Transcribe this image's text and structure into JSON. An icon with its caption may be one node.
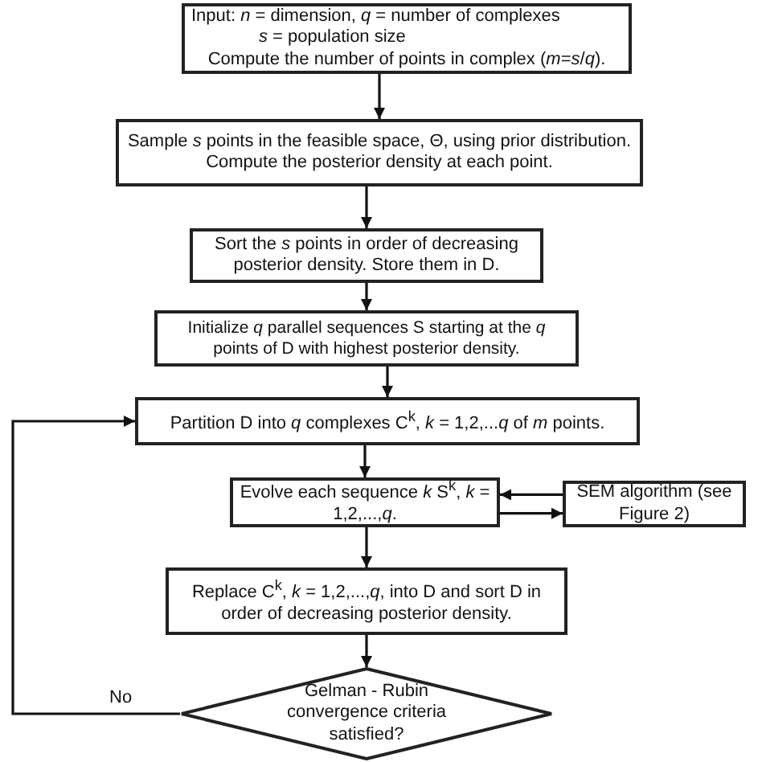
{
  "diagram": {
    "nodes": [
      {
        "text": [
          "Input: *n* = dimension, *q* = number of complexes",
          "*s* = population size",
          "Compute the number of points in complex (*m*=*s*/*q*)."
        ]
      },
      {
        "text": [
          "Sample *s* points in the feasible space, Θ, using prior distribution. Compute the posterior density at each point."
        ]
      },
      {
        "text": [
          "Sort the *s* points in order of decreasing posterior density. Store them in D."
        ]
      },
      {
        "text": [
          "Initialize *q* parallel sequences S starting at the *q* points of D with highest posterior density."
        ]
      },
      {
        "text": [
          "Partition D into *q* complexes C$^{k}$, *k* = 1,2,...*q* of *m* points."
        ]
      },
      {
        "text": [
          "Evolve each sequence *k* S$^{k}$, *k* = 1,2,...,*q*."
        ]
      },
      {
        "text": [
          "SEM algorithm (see Figure 2)"
        ]
      },
      {
        "text": [
          "Replace C$^{k}$, *k* = 1,2,...,*q*, into D and sort D in order of decreasing posterior density."
        ]
      },
      {
        "text": [
          "Gelman - Rubin convergence criteria satisfied?"
        ]
      }
    ],
    "edges": [
      {
        "from": 0,
        "to": 1,
        "arrow": "to"
      },
      {
        "from": 1,
        "to": 2,
        "arrow": "to"
      },
      {
        "from": 2,
        "to": 3,
        "arrow": "to"
      },
      {
        "from": 3,
        "to": 4,
        "arrow": "to"
      },
      {
        "from": 4,
        "to": 5,
        "arrow": "to"
      },
      {
        "from": 6,
        "to": 5,
        "arrow": "to"
      },
      {
        "from": 5,
        "to": 6,
        "arrow": "to"
      },
      {
        "from": 5,
        "to": 7,
        "arrow": "to"
      },
      {
        "from": 7,
        "to": 8,
        "arrow": "to"
      },
      {
        "from": 8,
        "to": 4,
        "arrow": "to",
        "label": "No"
      }
    ]
  }
}
